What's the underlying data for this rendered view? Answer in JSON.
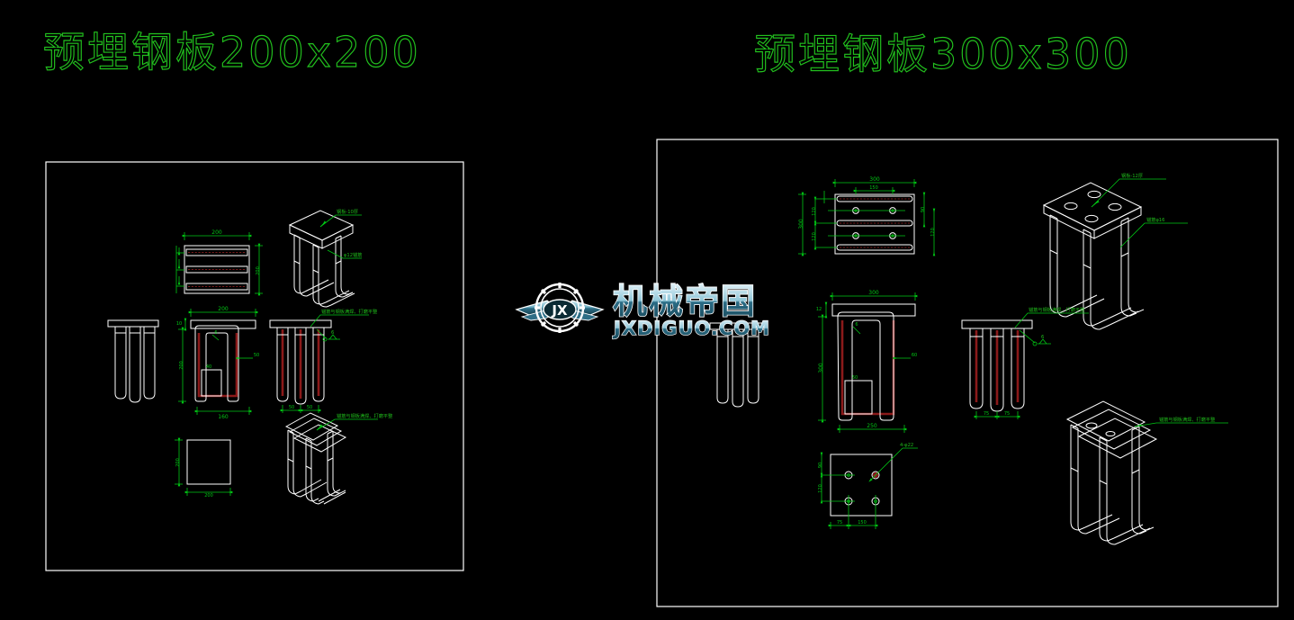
{
  "drawing": {
    "background_color": "#000000",
    "line_color_plate": "#ffffff",
    "line_color_dim": "#00c814",
    "line_color_anchor": "#8b1a1a",
    "title_color": "#22c11e"
  },
  "left_panel": {
    "title": "预埋钢板200x200",
    "views": {
      "top_view": {
        "label": "top-view-200",
        "dims": {
          "width": "200",
          "height": "200"
        }
      },
      "side_elevation": {
        "label": "side-elevation-200"
      },
      "section_view": {
        "label": "section-view-200",
        "dims": {
          "height": "200",
          "width": "160",
          "thickness": "10",
          "inner": "50",
          "detail": "40"
        }
      },
      "front_elevation": {
        "label": "front-elevation-200",
        "dims": {
          "spacing_a": "50",
          "spacing_b": "50"
        }
      },
      "plate_plan": {
        "label": "plate-plan-200",
        "dims": {
          "width": "200",
          "height": "200"
        }
      },
      "isometric_assembly": {
        "label": "isometric-assembly-200"
      },
      "isometric_cage": {
        "label": "isometric-cage-200"
      }
    },
    "annotations": [
      {
        "name": "plate-note",
        "text": "钢板-10厚"
      },
      {
        "name": "anchor-note",
        "text": "φ12锚筋"
      },
      {
        "name": "weld-note",
        "text": "锚筋与钢板满焊、打磨平整"
      },
      {
        "name": "weld-symbol",
        "text": "6"
      },
      {
        "name": "cage-note",
        "text": "锚筋与钢板满焊、打磨平整"
      }
    ]
  },
  "right_panel": {
    "title": "预埋钢板300x300",
    "views": {
      "top_view": {
        "label": "top-view-300",
        "dims": {
          "width": "300",
          "height": "300",
          "bolt_gauge": "150",
          "pitch_1": "120",
          "pitch_2": "120",
          "edge_1": "90",
          "edge_2": "120"
        }
      },
      "side_elevation": {
        "label": "side-elevation-300"
      },
      "section_view": {
        "label": "section-view-300",
        "dims": {
          "height": "300",
          "width": "250",
          "thickness": "12",
          "inner": "60",
          "detail": "50"
        }
      },
      "front_elevation": {
        "label": "front-elevation-300",
        "dims": {
          "spacing_a": "75",
          "spacing_b": "75"
        }
      },
      "hole_plan": {
        "label": "hole-plan-300",
        "dims": {
          "edge_top": "90",
          "pitch": "120",
          "edge_left": "75",
          "gauge": "150"
        },
        "hole_callout": "4-φ22"
      },
      "isometric_assembly": {
        "label": "isometric-assembly-300"
      },
      "isometric_cage": {
        "label": "isometric-cage-300"
      }
    },
    "annotations": [
      {
        "name": "plate-note",
        "text": "钢板-12厚"
      },
      {
        "name": "anchor-note",
        "text": "锚筋φ16"
      },
      {
        "name": "weld-note",
        "text": "锚筋与钢板满焊、打磨平整"
      },
      {
        "name": "weld-symbol",
        "text": "6"
      },
      {
        "name": "cage-note",
        "text": "锚筋与钢板满焊、打磨平整"
      }
    ]
  },
  "watermark": {
    "brand_cn": "机械帝国",
    "brand_url": "JXDIGUO.COM",
    "logo_mark": "JX"
  }
}
